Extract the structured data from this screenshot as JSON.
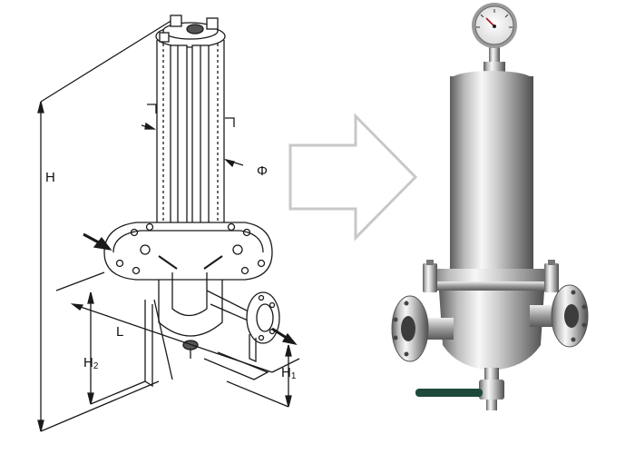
{
  "diagram": {
    "dimension_labels": {
      "height": "H",
      "diameter": "Φ",
      "length": "L",
      "inlet_height_main": "H",
      "inlet_height_sub": "2",
      "outlet_height_main": "H",
      "outlet_height_sub": "1"
    }
  },
  "colors": {
    "line": "#1a1a1a",
    "arrow_outline": "#c8c8c8",
    "steel_light": "#f2f2f2",
    "steel_dark": "#6e6e6e",
    "valve_handle": "#1f4a3a"
  },
  "icons": {
    "flow_direction": "hollow-right-arrow-icon",
    "gauge": "pressure-gauge-icon"
  }
}
